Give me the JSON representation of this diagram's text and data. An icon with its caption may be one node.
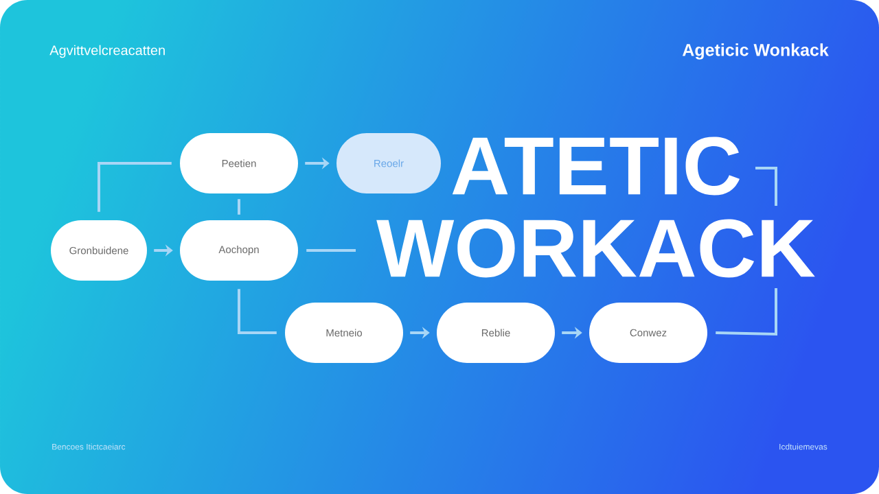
{
  "diagram": {
    "title": "Ageticic Wonkack",
    "nodes": [
      {
        "text": [
          "Gronbuidene"
        ]
      },
      {
        "text": [
          "Peetien"
        ]
      },
      {
        "text": [
          "Reoelr"
        ]
      },
      {
        "text": [
          "Aochopn"
        ]
      },
      {
        "text": [
          "Metneio"
        ]
      },
      {
        "text": [
          "Reblie"
        ]
      },
      {
        "text": [
          "Conwez"
        ]
      }
    ],
    "edges": [
      {
        "from": 0,
        "to": 3,
        "arrow": "to"
      },
      {
        "from": 0,
        "to": 1,
        "arrow": "none"
      },
      {
        "from": 1,
        "to": 2,
        "arrow": "to"
      },
      {
        "from": 1,
        "to": 3,
        "arrow": "none"
      },
      {
        "from": 3,
        "to": null,
        "arrow": "none"
      },
      {
        "from": 3,
        "to": 4,
        "arrow": "none"
      },
      {
        "from": 4,
        "to": 5,
        "arrow": "to"
      },
      {
        "from": 5,
        "to": 6,
        "arrow": "to"
      },
      {
        "from": 6,
        "to": null,
        "arrow": "none"
      }
    ],
    "labels": [
      "Agvittvelcreacatten",
      "ATETIC WORKACK",
      "Bencoes Itictcaeiarc",
      "Icdtuiemevas"
    ]
  }
}
